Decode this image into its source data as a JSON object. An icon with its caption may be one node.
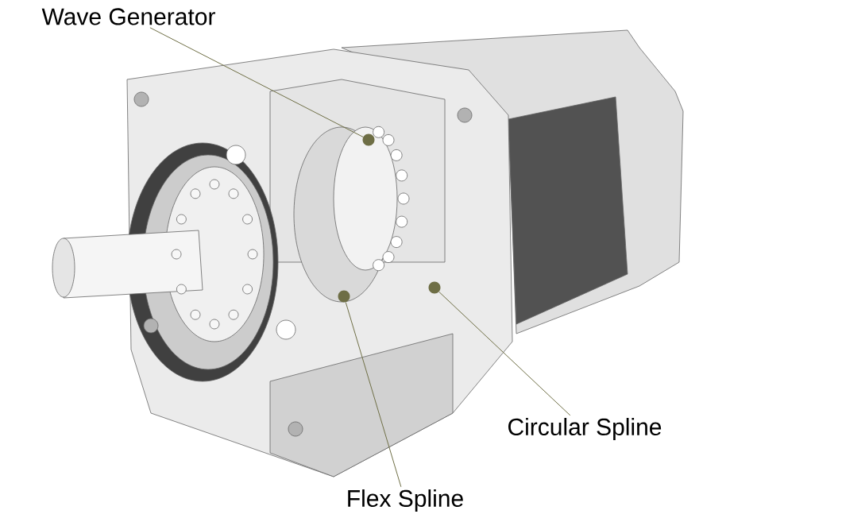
{
  "diagram": {
    "nodes": [
      {
        "text": [
          "Wave Generator"
        ]
      },
      {
        "text": [],
        "shape": "circle"
      },
      {
        "text": [
          "Flex Spline"
        ]
      },
      {
        "text": [],
        "shape": "circle"
      },
      {
        "text": [
          "Circular Spline"
        ]
      },
      {
        "text": [],
        "shape": "circle"
      }
    ],
    "edges": [
      {
        "from": 0,
        "to": 1,
        "arrow": "none"
      },
      {
        "from": 2,
        "to": 3,
        "arrow": "none"
      },
      {
        "from": 4,
        "to": 5,
        "arrow": "none"
      }
    ]
  }
}
